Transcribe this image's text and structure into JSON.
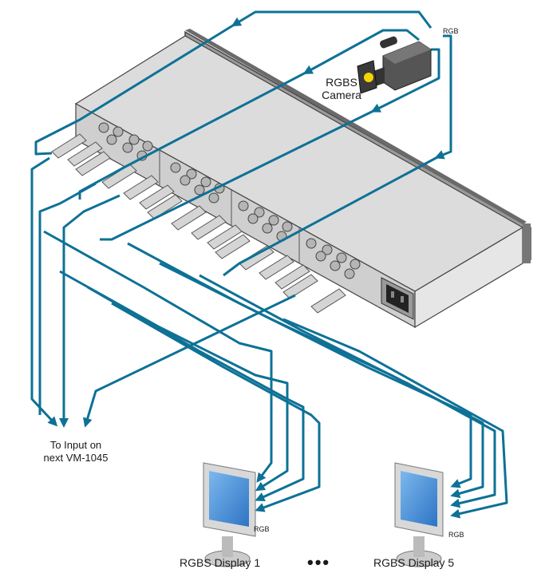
{
  "diagram": {
    "colors": {
      "cable": "#0e7196",
      "device_top": "#d9d9d9",
      "device_front": "#c8c8c8",
      "device_edge": "#555555",
      "screen": "#3f8fd6"
    },
    "camera": {
      "label_line1": "RGBS",
      "label_line2": "Camera",
      "connector_label": "RGB"
    },
    "output_label": {
      "line1": "To Input on",
      "line2": "next VM-1045"
    },
    "displays": [
      {
        "label": "RGBS Display 1",
        "connector_label": "RGB"
      },
      {
        "label": "RGBS Display 5",
        "connector_label": "RGB"
      }
    ],
    "ellipsis": "•••",
    "icons": [
      "video-camera-icon",
      "monitor-icon",
      "power-inlet-icon",
      "bnc-connector-icon"
    ]
  }
}
